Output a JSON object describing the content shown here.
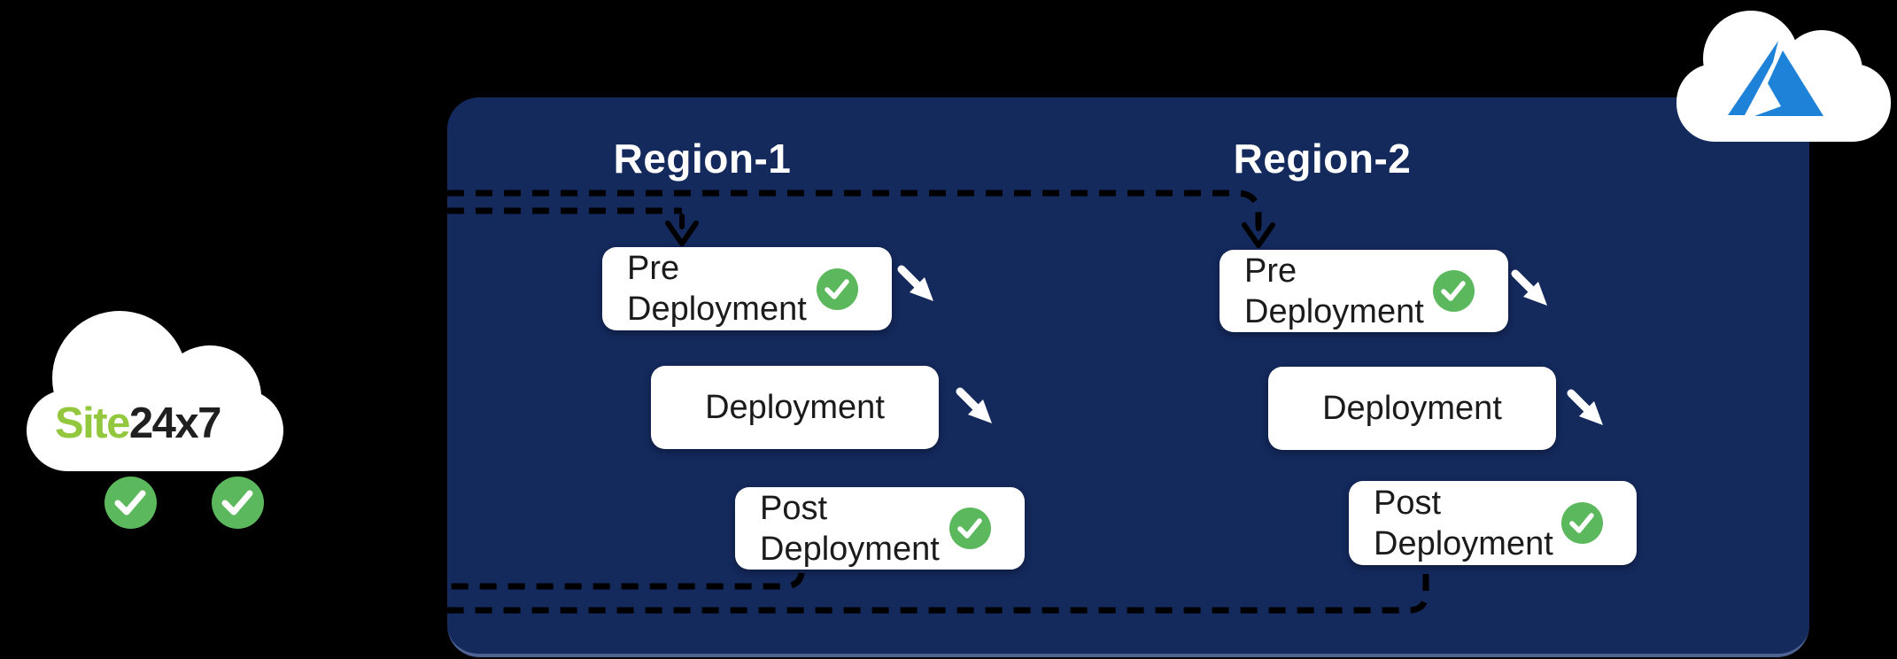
{
  "colors": {
    "bg": "#000000",
    "panel": "#14295c",
    "box": "#ffffff",
    "box-text": "#1b1b1b",
    "title-text": "#ffffff",
    "check-green": "#5cb85c",
    "site-green": "#93c83e",
    "site-dark": "#1f1f1f",
    "azure-blue": "#1e82d8",
    "dash": "#000000",
    "arrow": "#ffffff"
  },
  "site24x7": {
    "text_green": "Site",
    "text_dark": "24x7"
  },
  "regions": [
    {
      "title": "Region-1",
      "steps": [
        {
          "line1": "Pre",
          "line2": "Deployment",
          "checked": true
        },
        {
          "label": "Deployment",
          "checked": false
        },
        {
          "line1": "Post",
          "line2": "Deployment",
          "checked": true
        }
      ]
    },
    {
      "title": "Region-2",
      "steps": [
        {
          "line1": "Pre",
          "line2": "Deployment",
          "checked": true
        },
        {
          "label": "Deployment",
          "checked": false
        },
        {
          "line1": "Post",
          "line2": "Deployment",
          "checked": true
        }
      ]
    }
  ]
}
